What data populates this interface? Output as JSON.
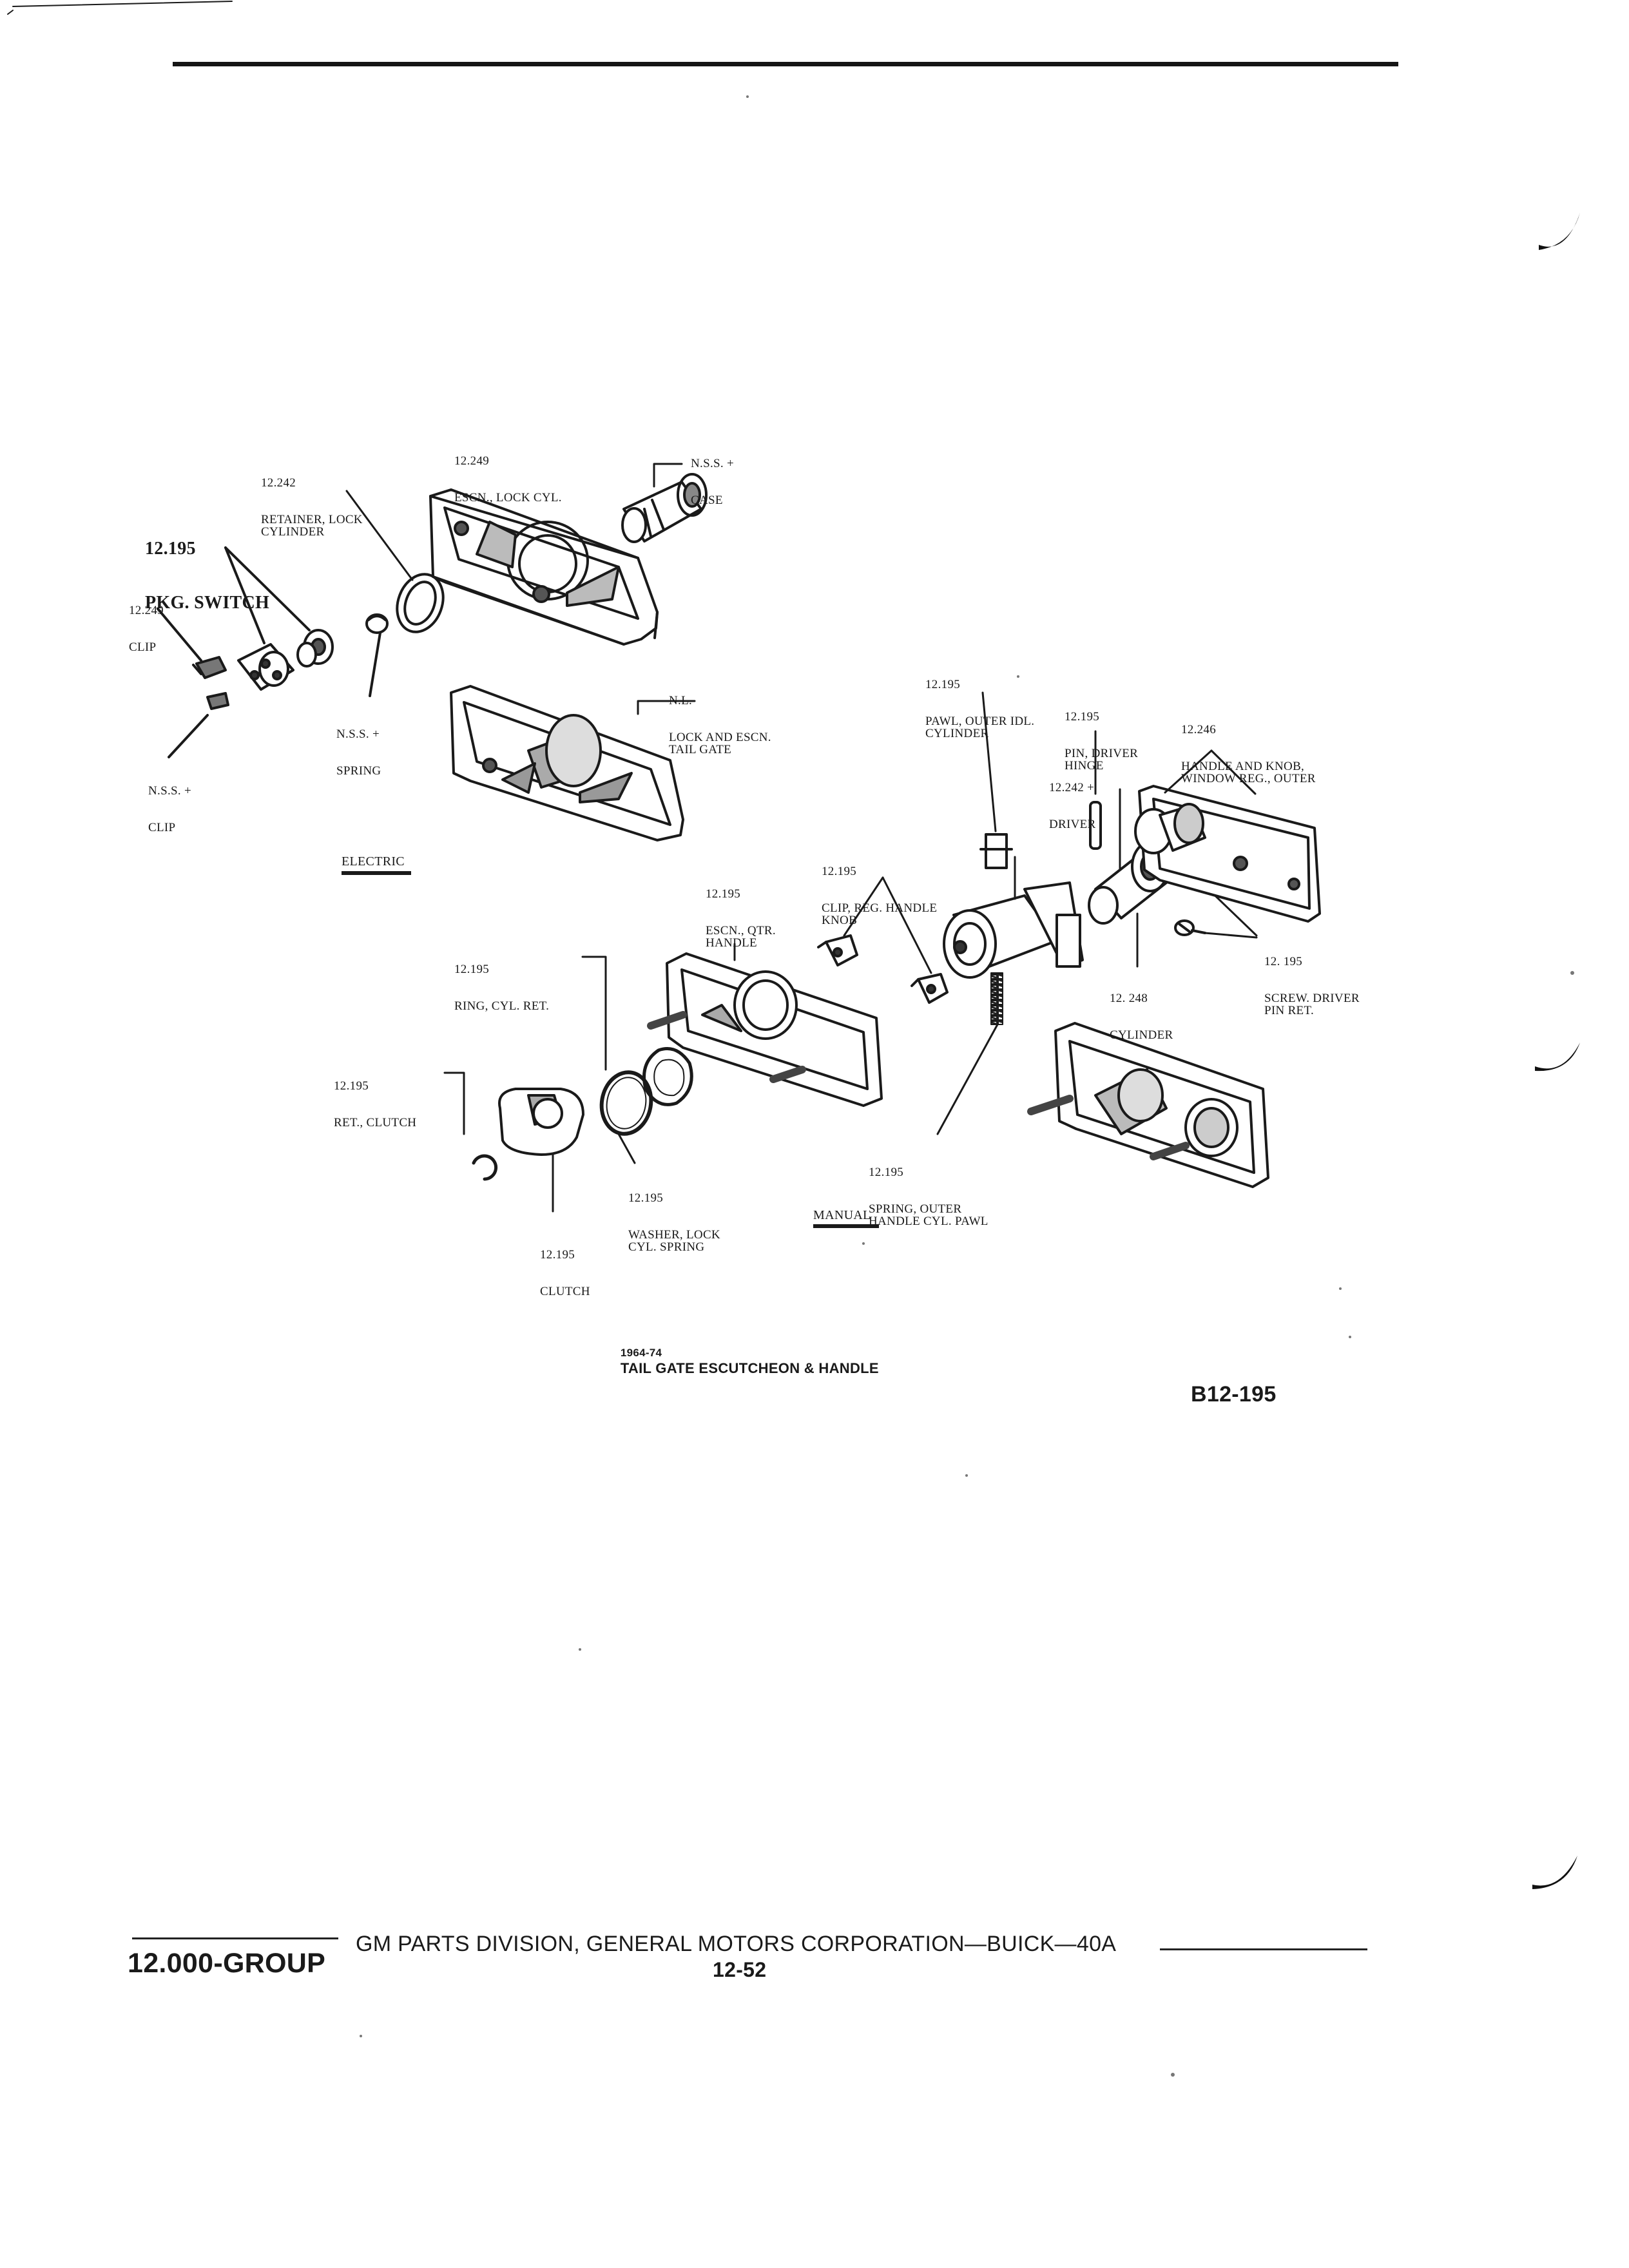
{
  "labels": {
    "esc_lock_cyl": {
      "num": "12.249",
      "text": "ESCN., LOCK CYL."
    },
    "nss_case": {
      "num": "N.S.S. +",
      "text": "CASE"
    },
    "retainer_lock_cyl": {
      "num": "12.242",
      "text": "RETAINER, LOCK\nCYLINDER"
    },
    "pkg_switch": {
      "num": "12.195",
      "text": "PKG. SWITCH"
    },
    "clip_12249": {
      "num": "12.249",
      "text": "CLIP"
    },
    "nss_spring": {
      "num": "N.S.S. +",
      "text": "SPRING"
    },
    "nss_clip": {
      "num": "N.S.S. +",
      "text": "CLIP"
    },
    "nl_lock_escn": {
      "num": "N.L.",
      "text": "LOCK AND ESCN.\nTAIL GATE"
    },
    "pawl_outer_idl": {
      "num": "12.195",
      "text": "PAWL, OUTER IDL.\nCYLINDER"
    },
    "pin_driver_hinge": {
      "num": "12.195",
      "text": "PIN, DRIVER\nHINGE"
    },
    "handle_knob": {
      "num": "12.246",
      "text": "HANDLE AND KNOB,\nWINDOW REG., OUTER"
    },
    "driver": {
      "num": "12.242 +",
      "text": "DRIVER"
    },
    "clip_reg_handle": {
      "num": "12.195",
      "text": "CLIP, REG. HANDLE\nKNOB"
    },
    "escn_qtr_handle": {
      "num": "12.195",
      "text": "ESCN., QTR.\nHANDLE"
    },
    "screw_driver": {
      "num": "12. 195",
      "text": "SCREW. DRIVER\nPIN RET."
    },
    "cylinder": {
      "num": "12. 248",
      "text": "CYLINDER"
    },
    "ring_cyl_ret": {
      "num": "12.195",
      "text": "RING, CYL. RET."
    },
    "ret_clutch": {
      "num": "12.195",
      "text": "RET., CLUTCH"
    },
    "washer_lock": {
      "num": "12.195",
      "text": "WASHER, LOCK\nCYL. SPRING"
    },
    "clutch": {
      "num": "12.195",
      "text": "CLUTCH"
    },
    "spring_outer": {
      "num": "12.195",
      "text": "SPRING, OUTER\nHANDLE CYL. PAWL"
    }
  },
  "sections": {
    "electric": "ELECTRIC",
    "manual": "MANUAL"
  },
  "caption": {
    "years": "1964-74",
    "title": "TAIL GATE ESCUTCHEON & HANDLE"
  },
  "figure_code": "B12-195",
  "footer": {
    "group": "12.000-GROUP",
    "publisher": "GM PARTS DIVISION, GENERAL MOTORS CORPORATION—BUICK—40A",
    "page": "12-52"
  }
}
